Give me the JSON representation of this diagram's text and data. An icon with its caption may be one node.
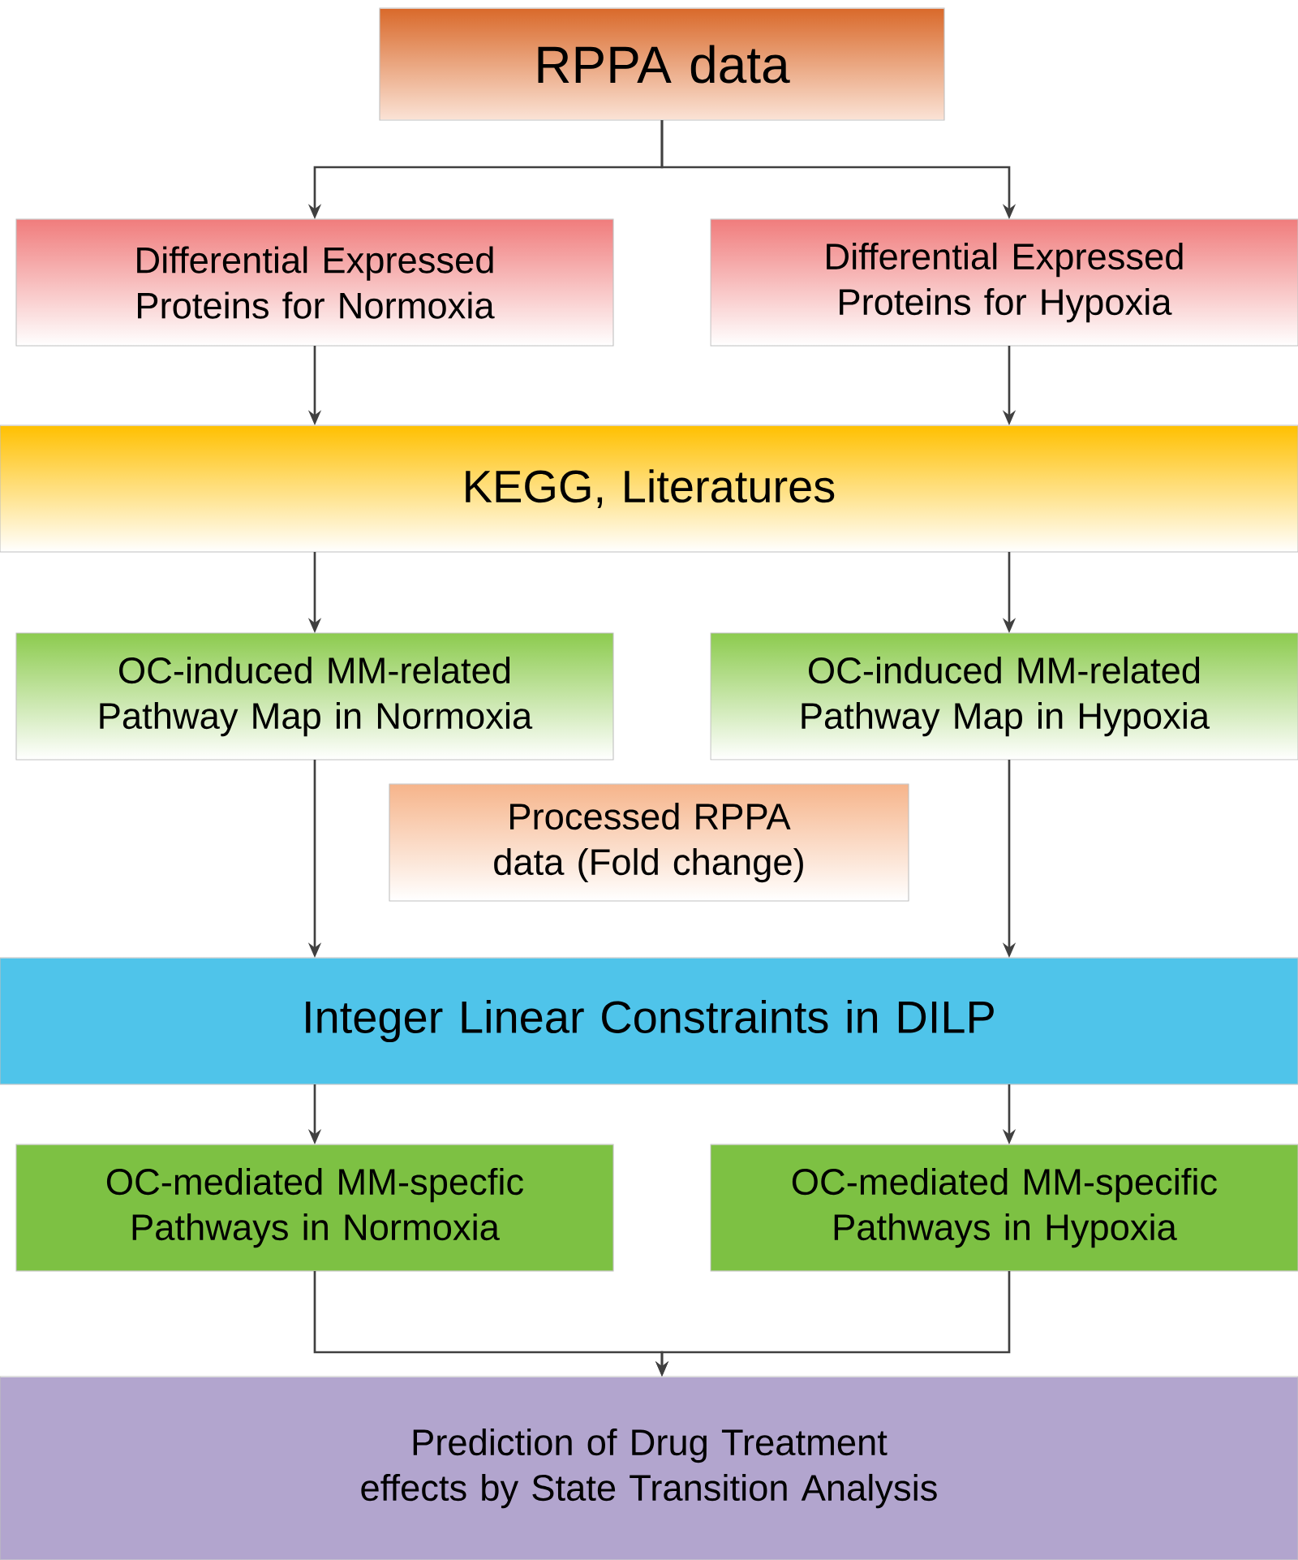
{
  "diagram": {
    "nodes": [
      {
        "text": [
          "RPPA data"
        ]
      },
      {
        "text": [
          "Differential Expressed Proteins for Normoxia"
        ]
      },
      {
        "text": [
          "Differential Expressed Proteins for Hypoxia"
        ]
      },
      {
        "text": [
          "KEGG, Literatures"
        ]
      },
      {
        "text": [
          "OC-induced MM-related Pathway Map in Normoxia"
        ]
      },
      {
        "text": [
          "OC-induced MM-related Pathway Map in Hypoxia"
        ]
      },
      {
        "text": [
          "Processed RPPA data (Fold change)"
        ]
      },
      {
        "text": [
          "Integer Linear Constraints in DILP"
        ]
      },
      {
        "text": [
          "OC-mediated MM-specfic Pathways in Normoxia"
        ]
      },
      {
        "text": [
          "OC-mediated MM-specific Pathways in Hypoxia"
        ]
      },
      {
        "text": [
          "Prediction of Drug Treatment effects by State Transition Analysis"
        ]
      }
    ],
    "edges": [
      {
        "from": 0,
        "to": 1,
        "arrow": "to"
      },
      {
        "from": 0,
        "to": 2,
        "arrow": "to"
      },
      {
        "from": 1,
        "to": 3,
        "arrow": "to"
      },
      {
        "from": 2,
        "to": 3,
        "arrow": "to"
      },
      {
        "from": 3,
        "to": 4,
        "arrow": "to"
      },
      {
        "from": 3,
        "to": 5,
        "arrow": "to"
      },
      {
        "from": 4,
        "to": 7,
        "arrow": "to"
      },
      {
        "from": 5,
        "to": 7,
        "arrow": "to"
      },
      {
        "from": 7,
        "to": 8,
        "arrow": "to"
      },
      {
        "from": 7,
        "to": 9,
        "arrow": "to"
      },
      {
        "from": 8,
        "to": 10,
        "arrow": "to"
      },
      {
        "from": 9,
        "to": 10,
        "arrow": "to"
      }
    ]
  }
}
